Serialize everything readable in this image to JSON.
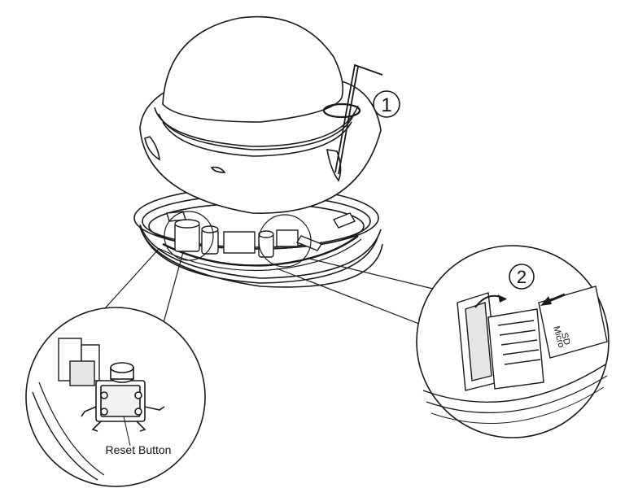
{
  "callouts": {
    "step1": "1",
    "step2": "2",
    "reset_label": "Reset Button",
    "sd_label_line1": "SD",
    "sd_label_line2": "Micro"
  },
  "colors": {
    "line": "#1a1a1a",
    "fill": "#ffffff",
    "shade": "#e6e6e6"
  }
}
